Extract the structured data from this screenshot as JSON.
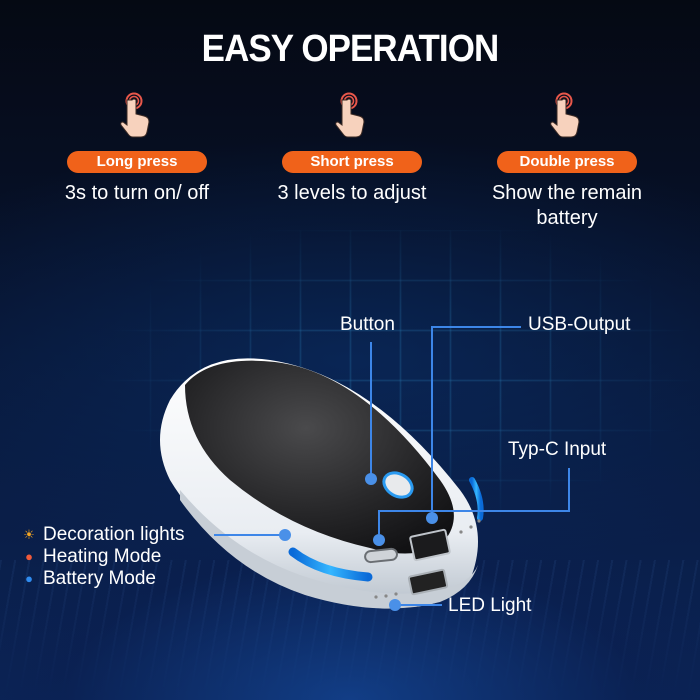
{
  "title": "EASY OPERATION",
  "operations": [
    {
      "label": "Long press",
      "description": "3s to turn on/ off",
      "icon": "finger-press-icon"
    },
    {
      "label": "Short press",
      "description": "3 levels to adjust",
      "icon": "finger-press-icon"
    },
    {
      "label": "Double press",
      "description": "Show the remain battery",
      "icon": "finger-press-icon"
    }
  ],
  "callouts": {
    "button": "Button",
    "usb_output": "USB-Output",
    "typec_input": "Typ-C Input",
    "led_light": "LED Light"
  },
  "legend": [
    {
      "icon": "sun-icon",
      "label": "Decoration lights",
      "color": "#f5a623"
    },
    {
      "icon": "dot-icon",
      "label": "Heating Mode",
      "color": "#f05a3a"
    },
    {
      "icon": "dot-icon",
      "label": "Battery Mode",
      "color": "#2f8cf0"
    }
  ],
  "colors": {
    "accent": "#f0621a",
    "callout_line": "#3d86e8",
    "glow": "#1fa0ff"
  }
}
